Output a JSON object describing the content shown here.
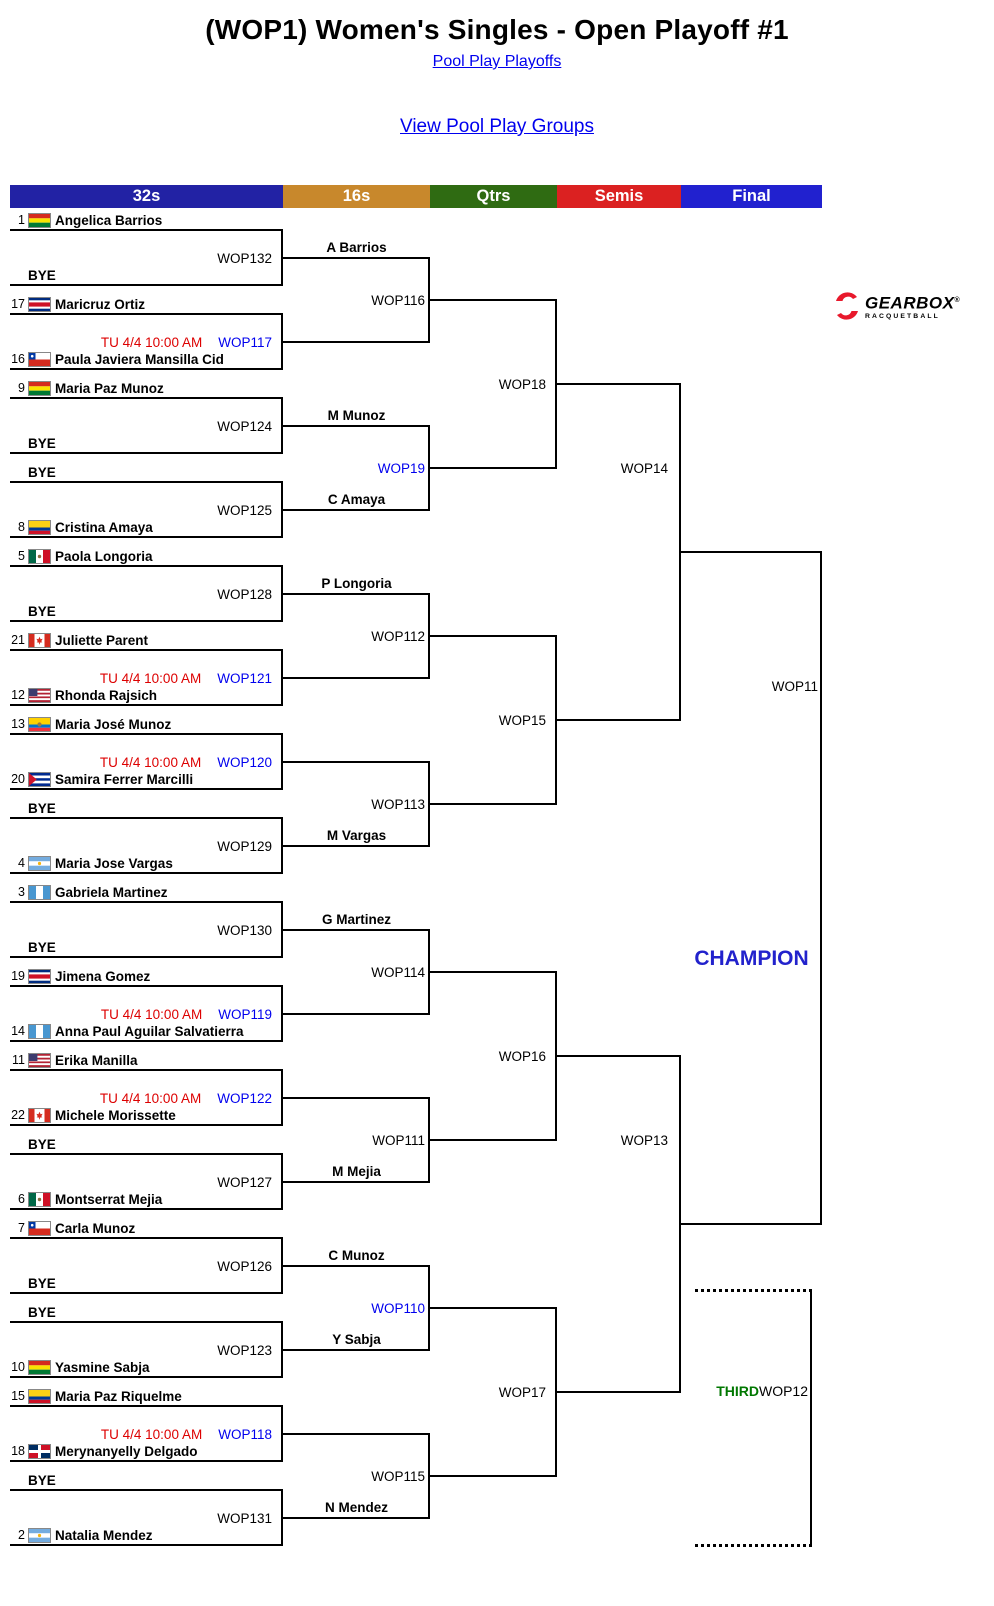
{
  "page": {
    "title": "(WOP1) Women's Singles - Open Playoff #1",
    "pool_play_link": "Pool Play Playoffs",
    "groups_link": "View Pool Play Groups"
  },
  "logo": {
    "brand": "GEARBOX",
    "registered": "®",
    "tagline": "RACQUETBALL"
  },
  "colors": {
    "col_32s": "#2222a4",
    "col_16s": "#c8882c",
    "col_qtrs": "#2f6b12",
    "col_semis": "#db2121",
    "col_final": "#2121cf",
    "schedule_red": "#dd0000",
    "link_blue": "#0000ee",
    "champion_blue": "#2222cc",
    "third_green": "#007700",
    "line_black": "#000000",
    "logo_red": "#e8192c"
  },
  "columns": [
    {
      "label": "32s",
      "color": "#2222a4"
    },
    {
      "label": "16s",
      "color": "#c8882c"
    },
    {
      "label": "Qtrs",
      "color": "#2f6b12"
    },
    {
      "label": "Semis",
      "color": "#db2121"
    },
    {
      "label": "Final",
      "color": "#2121cf"
    }
  ],
  "bracket": {
    "r32_slots": [
      {
        "seed": "1",
        "flag": "bolivia",
        "name": "Angelica Barrios"
      },
      {
        "bye": "BYE"
      },
      {
        "seed": "17",
        "flag": "costa-rica",
        "name": "Maricruz Ortiz"
      },
      {
        "seed": "16",
        "flag": "chile",
        "name": "Paula Javiera Mansilla Cid"
      },
      {
        "seed": "9",
        "flag": "bolivia",
        "name": "Maria Paz Munoz"
      },
      {
        "bye": "BYE"
      },
      {
        "bye": "BYE"
      },
      {
        "seed": "8",
        "flag": "colombia",
        "name": "Cristina Amaya"
      },
      {
        "seed": "5",
        "flag": "mexico",
        "name": "Paola Longoria"
      },
      {
        "bye": "BYE"
      },
      {
        "seed": "21",
        "flag": "canada",
        "name": "Juliette Parent"
      },
      {
        "seed": "12",
        "flag": "usa",
        "name": "Rhonda Rajsich"
      },
      {
        "seed": "13",
        "flag": "ecuador",
        "name": "Maria José Munoz"
      },
      {
        "seed": "20",
        "flag": "cuba",
        "name": "Samira Ferrer Marcilli"
      },
      {
        "bye": "BYE"
      },
      {
        "seed": "4",
        "flag": "argentina",
        "name": "Maria Jose Vargas"
      },
      {
        "seed": "3",
        "flag": "guatemala",
        "name": "Gabriela Martinez"
      },
      {
        "bye": "BYE"
      },
      {
        "seed": "19",
        "flag": "costa-rica",
        "name": "Jimena Gomez"
      },
      {
        "seed": "14",
        "flag": "guatemala",
        "name": "Anna Paul Aguilar Salvatierra"
      },
      {
        "seed": "11",
        "flag": "usa",
        "name": "Erika Manilla"
      },
      {
        "seed": "22",
        "flag": "canada",
        "name": "Michele Morissette"
      },
      {
        "bye": "BYE"
      },
      {
        "seed": "6",
        "flag": "mexico",
        "name": "Montserrat Mejia"
      },
      {
        "seed": "7",
        "flag": "chile",
        "name": "Carla Munoz"
      },
      {
        "bye": "BYE"
      },
      {
        "bye": "BYE"
      },
      {
        "seed": "10",
        "flag": "bolivia",
        "name": "Yasmine Sabja"
      },
      {
        "seed": "15",
        "flag": "colombia",
        "name": "Maria Paz Riquelme"
      },
      {
        "seed": "18",
        "flag": "dominican-republic",
        "name": "Merynanyelly Delgado"
      },
      {
        "bye": "BYE"
      },
      {
        "seed": "2",
        "flag": "argentina",
        "name": "Natalia Mendez"
      }
    ],
    "r32_matches": [
      {
        "label": "WOP132",
        "schedule": "",
        "is_link": false
      },
      {
        "label": "WOP117",
        "schedule": "TU 4/4 10:00 AM",
        "is_link": true
      },
      {
        "label": "WOP124",
        "schedule": "",
        "is_link": false
      },
      {
        "label": "WOP125",
        "schedule": "",
        "is_link": false
      },
      {
        "label": "WOP128",
        "schedule": "",
        "is_link": false
      },
      {
        "label": "WOP121",
        "schedule": "TU 4/4 10:00 AM",
        "is_link": true
      },
      {
        "label": "WOP120",
        "schedule": "TU 4/4 10:00 AM",
        "is_link": true
      },
      {
        "label": "WOP129",
        "schedule": "",
        "is_link": false
      },
      {
        "label": "WOP130",
        "schedule": "",
        "is_link": false
      },
      {
        "label": "WOP119",
        "schedule": "TU 4/4 10:00 AM",
        "is_link": true
      },
      {
        "label": "WOP122",
        "schedule": "TU 4/4 10:00 AM",
        "is_link": true
      },
      {
        "label": "WOP127",
        "schedule": "",
        "is_link": false
      },
      {
        "label": "WOP126",
        "schedule": "",
        "is_link": false
      },
      {
        "label": "WOP123",
        "schedule": "",
        "is_link": false
      },
      {
        "label": "WOP118",
        "schedule": "TU 4/4 10:00 AM",
        "is_link": true
      },
      {
        "label": "WOP131",
        "schedule": "",
        "is_link": false
      }
    ],
    "r16_slots": [
      "A Barrios",
      "",
      "M Munoz",
      "C Amaya",
      "P Longoria",
      "",
      "",
      "M Vargas",
      "G Martinez",
      "",
      "",
      "M Mejia",
      "C Munoz",
      "Y Sabja",
      "",
      "N Mendez"
    ],
    "r16_matches": [
      {
        "label": "WOP116",
        "is_link": false
      },
      {
        "label": "WOP19",
        "is_link": true
      },
      {
        "label": "WOP112",
        "is_link": false
      },
      {
        "label": "WOP113",
        "is_link": false
      },
      {
        "label": "WOP114",
        "is_link": false
      },
      {
        "label": "WOP111",
        "is_link": false
      },
      {
        "label": "WOP110",
        "is_link": true
      },
      {
        "label": "WOP115",
        "is_link": false
      }
    ],
    "qf_matches": [
      {
        "label": "WOP18"
      },
      {
        "label": "WOP15"
      },
      {
        "label": "WOP16"
      },
      {
        "label": "WOP17"
      }
    ],
    "sf_matches": [
      {
        "label": "WOP14"
      },
      {
        "label": "WOP13"
      }
    ],
    "final_match": {
      "label": "WOP11"
    },
    "champion_label": "CHAMPION",
    "third_place": {
      "label": "THIRD",
      "match": "WOP12"
    }
  }
}
